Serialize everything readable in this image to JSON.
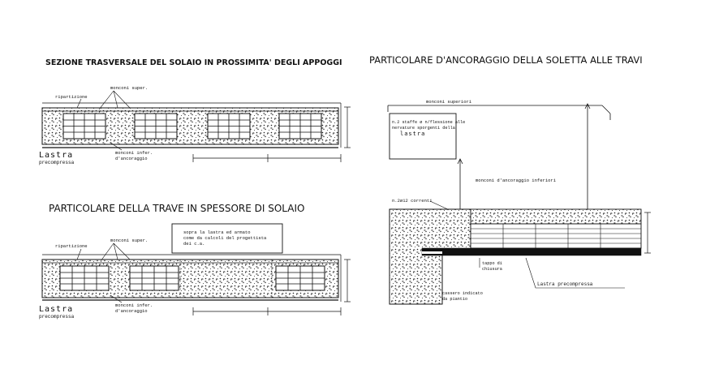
{
  "titles": {
    "section_top": "SEZIONE TRASVERSALE DEL SOLAIO IN PROSSIMITA' DEGLI APPOGGI",
    "section_bottom": "PARTICOLARE DELLA TRAVE IN SPESSORE DI SOLAIO",
    "section_right": "PARTICOLARE D'ANCORAGGIO DELLA SOLETTA ALLE TRAVI"
  },
  "labels_top": {
    "ripartizione": "ripartizione",
    "monconi_super": "monconi super.",
    "lastra": "Lastra",
    "precompressa": "precompressa",
    "monconi_inf_1": "monconi infer.",
    "monconi_inf_2": "d'ancoraggio"
  },
  "labels_bottom": {
    "ripartizione": "ripartizione",
    "monconi_super": "monconi super.",
    "note_1": "sopra la lastra ed armato",
    "note_2": "come da calcoli del progettista",
    "note_3": "dei c.a.",
    "lastra": "Lastra",
    "precompressa": "precompressa",
    "monconi_inf_1": "monconi infer.",
    "monconi_inf_2": "d'ancoraggio"
  },
  "labels_right": {
    "monconi_superiori": "monconi superiori",
    "note_1": "n.2 staffe ø n/flessione alle",
    "note_2": "nervature sporgenti della",
    "note_3": "lastra",
    "monconi_anc_inf": "monconi d'ancoraggio inferiori",
    "n_barre": "n.2ø12 correnti",
    "tappo_1": "tappo di",
    "tappo_2": "chiusura",
    "cassero_1": "cassero indicato",
    "cassero_2": "da piantio",
    "lastra_precompressa": "Lastra precompressa"
  }
}
